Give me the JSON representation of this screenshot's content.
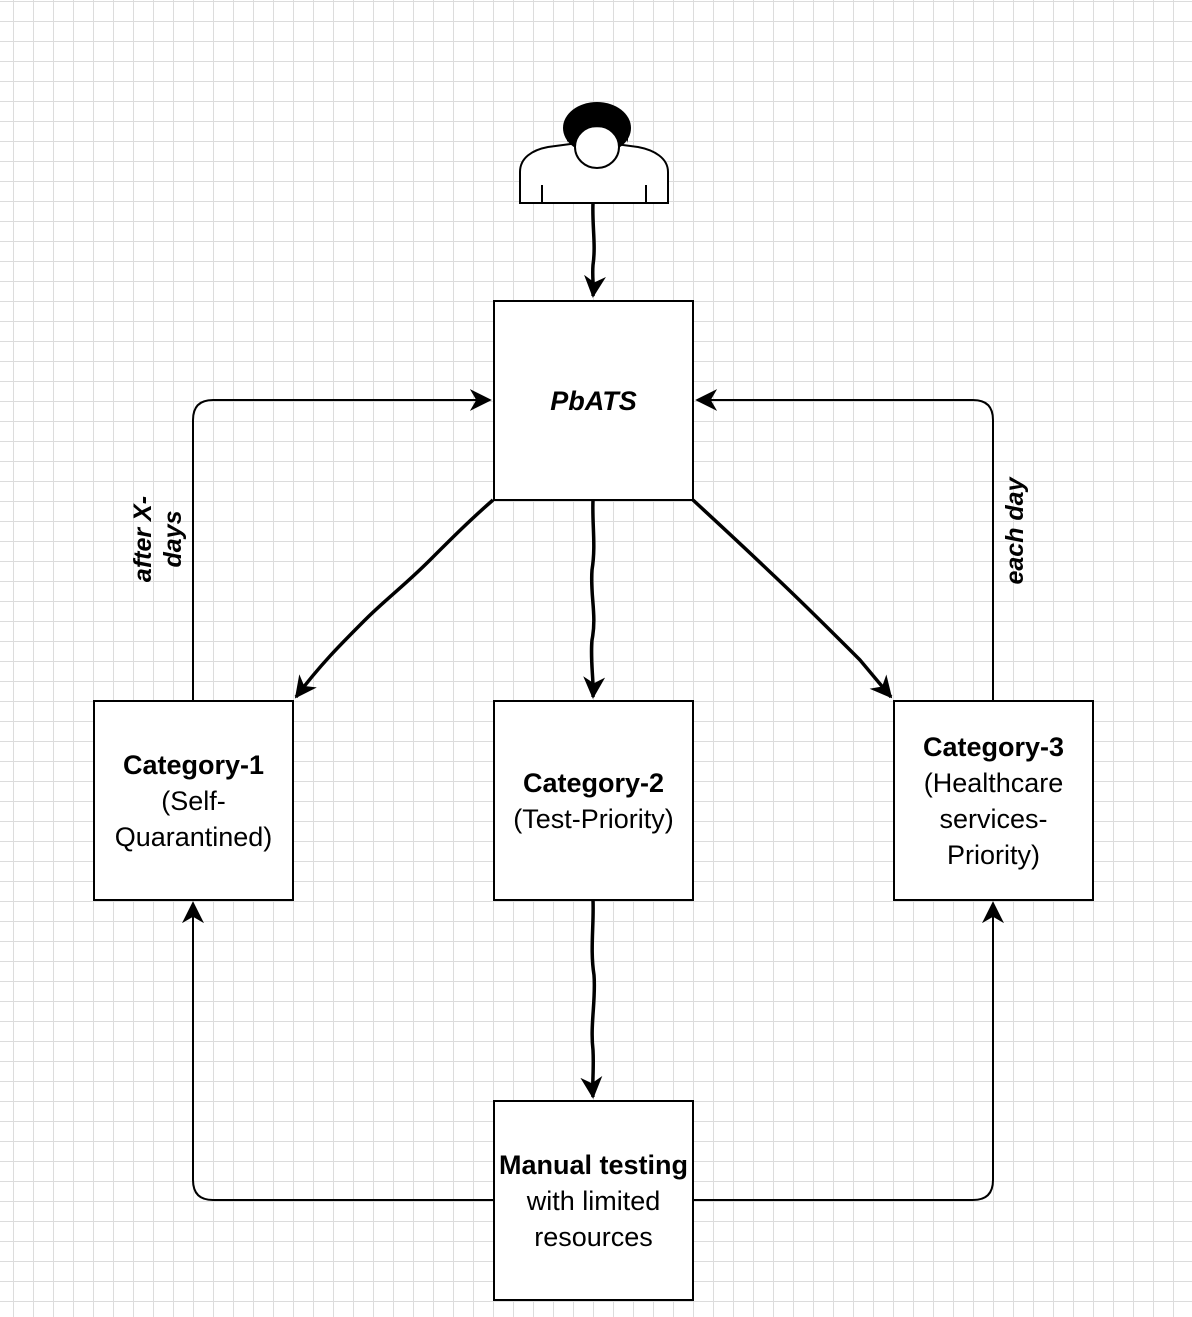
{
  "nodes": {
    "user": {
      "icon": "user-icon"
    },
    "pbats": {
      "label": "PbATS"
    },
    "category1": {
      "title": "Category-1",
      "subtitle": "(Self-Quarantined)"
    },
    "category2": {
      "title": "Category-2",
      "subtitle": "(Test-Priority)"
    },
    "category3": {
      "title": "Category-3",
      "subtitle": "(Healthcare services-Priority)"
    },
    "manual": {
      "bold": "Manual testing",
      "rest": " with limited resources"
    }
  },
  "edges": {
    "after_label": "after X-days",
    "each_label": "each day"
  },
  "colors": {
    "grid": "#dcdcdc",
    "stroke": "#000000",
    "background": "#ffffff"
  }
}
